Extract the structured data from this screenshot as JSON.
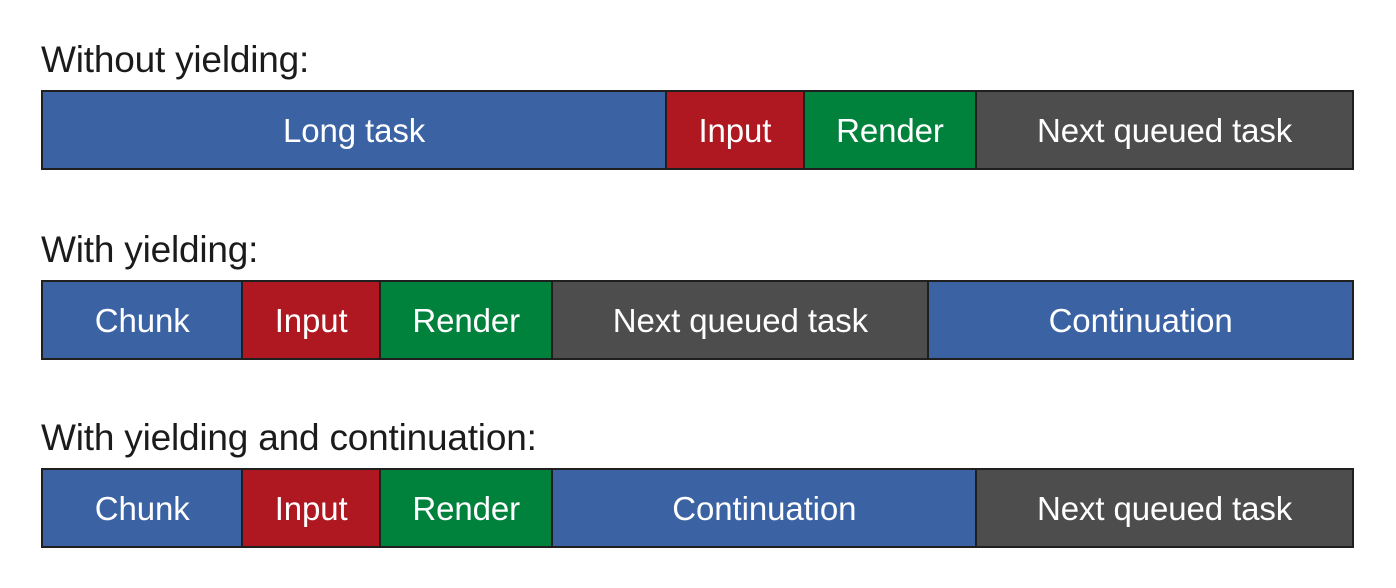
{
  "palette": {
    "blue": "#3b62a3",
    "red": "#af1721",
    "green": "#00823c",
    "gray": "#4d4d4d",
    "border": "#1f1f1f",
    "background": "#ffffff",
    "label_text": "#1b1b1b",
    "segment_text": "#ffffff"
  },
  "diagram": {
    "type": "timeline",
    "rows": [
      {
        "label": "Without yielding:",
        "segments": [
          {
            "text": "Long task",
            "color": "blue",
            "width_pct": 47.68
          },
          {
            "text": "Input",
            "color": "red",
            "width_pct": 10.51
          },
          {
            "text": "Render",
            "color": "green",
            "width_pct": 13.18
          },
          {
            "text": "Next queued task",
            "color": "gray",
            "width_pct": 28.63
          }
        ]
      },
      {
        "label": "With yielding:",
        "segments": [
          {
            "text": "Chunk",
            "color": "blue",
            "width_pct": 15.31
          },
          {
            "text": "Input",
            "color": "red",
            "width_pct": 10.51
          },
          {
            "text": "Render",
            "color": "green",
            "width_pct": 13.18
          },
          {
            "text": "Next queued task",
            "color": "gray",
            "width_pct": 28.71
          },
          {
            "text": "Continuation",
            "color": "blue",
            "width_pct": 32.29
          }
        ]
      },
      {
        "label": "With yielding and continuation:",
        "segments": [
          {
            "text": "Chunk",
            "color": "blue",
            "width_pct": 15.31
          },
          {
            "text": "Input",
            "color": "red",
            "width_pct": 10.51
          },
          {
            "text": "Render",
            "color": "green",
            "width_pct": 13.18
          },
          {
            "text": "Continuation",
            "color": "blue",
            "width_pct": 32.37
          },
          {
            "text": "Next queued task",
            "color": "gray",
            "width_pct": 28.63
          }
        ]
      }
    ]
  }
}
